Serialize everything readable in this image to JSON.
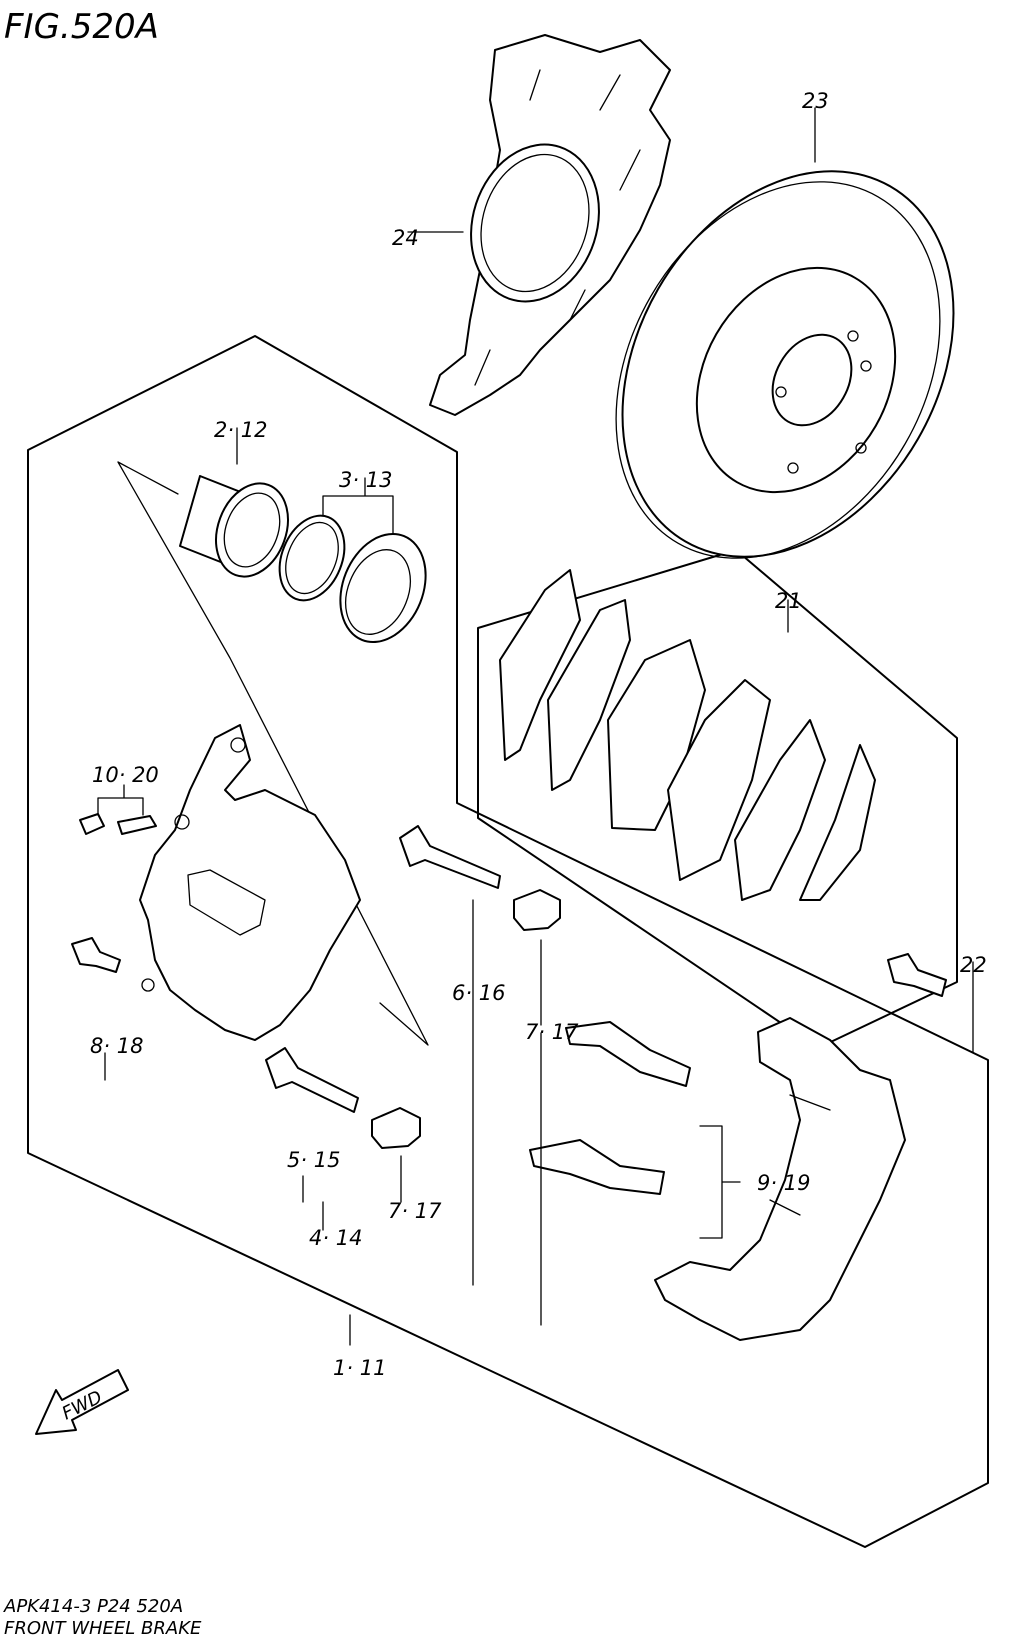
{
  "title": "FIG.520A",
  "footer": {
    "code": "APK414-3 P24 520A",
    "caption": "FRONT WHEEL BRAKE"
  },
  "fwd_label": "FWD",
  "callouts": {
    "c_24": "24",
    "c_23": "23",
    "c_2_12": "2· 12",
    "c_3_13": "3· 13",
    "c_21": "21",
    "c_10_20": "10· 20",
    "c_6_16": "6· 16",
    "c_7_17_upper": "7· 17",
    "c_22": "22",
    "c_8_18": "8· 18",
    "c_5_15": "5· 15",
    "c_9_19": "9· 19",
    "c_7_17_lower": "7· 17",
    "c_4_14": "4· 14",
    "c_1_11": "1· 11"
  }
}
